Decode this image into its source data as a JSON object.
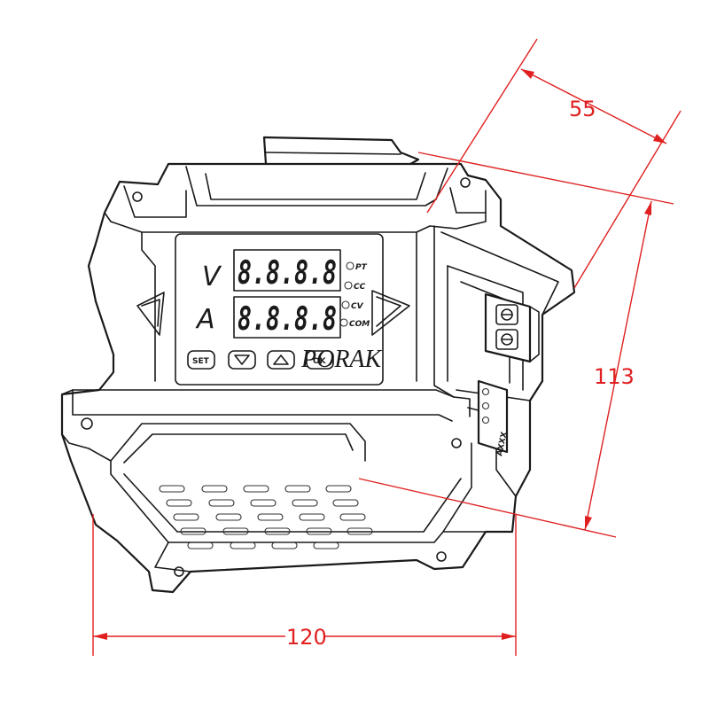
{
  "dimensions": {
    "depth": "55",
    "height": "113",
    "width": "120"
  },
  "display": {
    "row_voltage_label": "V",
    "row_current_label": "A",
    "row_voltage_digits": "8.8.8.8",
    "row_current_digits": "8.8.8.8",
    "indicators": [
      "PT",
      "CC",
      "CV",
      "COM"
    ]
  },
  "keys": {
    "set_label": "SET",
    "ok_label": "OK"
  },
  "watermark": "PORAK",
  "terminal_label": "AXXX",
  "icons": {
    "left": "triangle-left-icon",
    "right": "triangle-right-icon",
    "down_key": "triangle-down-icon",
    "up_key": "triangle-up-icon"
  },
  "colors": {
    "dimension": "#e02020",
    "outline": "#1a1a1a"
  }
}
